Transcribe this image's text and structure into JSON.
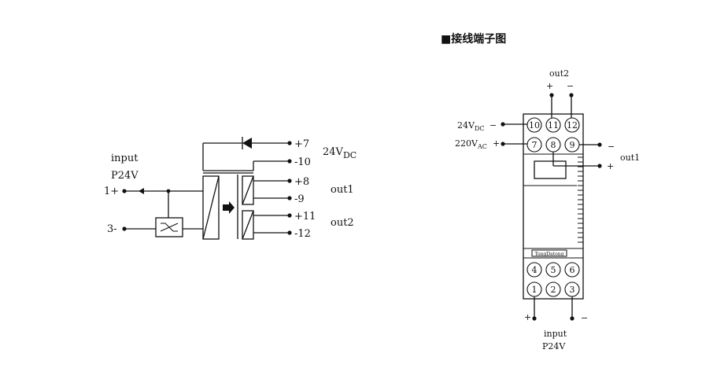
{
  "left_diagram": {
    "input_label": "input",
    "input_power": "P24V",
    "pin_1": "1+",
    "pin_3": "3-",
    "pin_7": "+7",
    "pin_10": "-10",
    "pin_8": "+8",
    "pin_9": "-9",
    "pin_11": "+11",
    "pin_12": "-12",
    "supply_label_main": "24V",
    "supply_label_sub": "DC",
    "out1_label": "out1",
    "out2_label": "out2"
  },
  "right_diagram": {
    "title": "■接线端子图",
    "out2_label": "out2",
    "out2_plus": "+",
    "out2_minus": "−",
    "supply_dc_main": "24V",
    "supply_dc_sub": "DC",
    "supply_dc_sign": "−",
    "supply_ac_main": "220V",
    "supply_ac_sub": "AC",
    "supply_ac_sign": "+",
    "out1_label": "out1",
    "out1_minus": "−",
    "out1_plus": "+",
    "brand_text": "TongDatong",
    "input_plus": "+",
    "input_minus": "−",
    "input_label": "input",
    "input_power": "P24V",
    "terminals_top_row": [
      "10",
      "11",
      "12"
    ],
    "terminals_second_row": [
      "7",
      "8",
      "9"
    ],
    "terminals_bottom_upper": [
      "4",
      "5",
      "6"
    ],
    "terminals_bottom_lower": [
      "1",
      "2",
      "3"
    ]
  }
}
